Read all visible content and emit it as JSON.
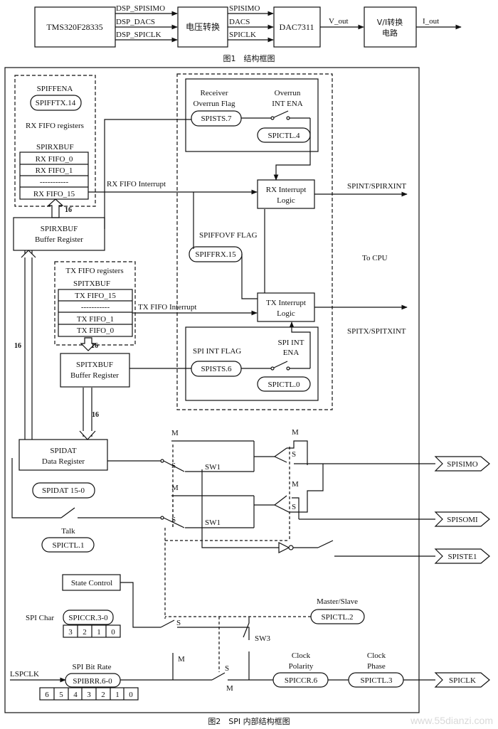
{
  "fig1": {
    "dsp": "TMS320F28335",
    "sig_in": [
      "DSP_SPISIMO",
      "DSP_DACS",
      "DSP_SPICLK"
    ],
    "level_shift": "电压转换",
    "sig_out": [
      "SPISIMO",
      "DACS",
      "SPICLK"
    ],
    "dac": "DAC7311",
    "vout": "V_out",
    "vi_line1": "V/I转换",
    "vi_line2": "电路",
    "iout": "I_out",
    "caption": "图1　结构框图"
  },
  "fifo_rx": {
    "spiffena": "SPIFFENA",
    "spifftx14": "SPIFFTX.14",
    "rx_fifo_registers": "RX FIFO registers",
    "spirxbuf": "SPIRXBUF",
    "rows": [
      "RX FIFO_0",
      "RX FIFO_1",
      "-----------",
      "RX FIFO_15"
    ],
    "bus16": "16",
    "buffer_line1": "SPIRXBUF",
    "buffer_line2": "Buffer Register",
    "rx_int_label": "RX FIFO Interrupt"
  },
  "overrun": {
    "recv_line1": "Receiver",
    "recv_line2": "Overrun Flag",
    "ov_line1": "Overrun",
    "ov_line2": "INT ENA",
    "spists7": "SPISTS.7",
    "spictl4": "SPICTL.4"
  },
  "rx_int_logic": {
    "line1": "RX Interrupt",
    "line2": "Logic"
  },
  "tx_int_logic": {
    "line1": "TX Interrupt",
    "line2": "Logic"
  },
  "spiffovf": "SPIFFOVF FLAG",
  "spiffrx15": "SPIFFRX.15",
  "cpu": {
    "spint": "SPINT/SPIRXINT",
    "to_cpu": "To CPU",
    "spitx": "SPITX/SPITXINT"
  },
  "fifo_tx": {
    "tx_fifo_registers": "TX FIFO registers",
    "spitxbuf": "SPITXBUF",
    "rows": [
      "TX FIFO_15",
      "-----------",
      "TX FIFO_1",
      "TX FIFO_0"
    ],
    "bus16": "16",
    "buffer_line1": "SPITXBUF",
    "buffer_line2": "Buffer Register",
    "tx_int_label": "TX FIFO Interrupt"
  },
  "spi_int": {
    "flag": "SPI INT FLAG",
    "ena_line1": "SPI INT",
    "ena_line2": "ENA",
    "spists6": "SPISTS.6",
    "spictl0": "SPICTL.0"
  },
  "bus16_left": "16",
  "bus16_mid": "16",
  "spidat": {
    "line1": "SPIDAT",
    "line2": "Data Register",
    "reg": "SPIDAT 15-0"
  },
  "talk": {
    "label": "Talk",
    "reg": "SPICTL.1"
  },
  "switches": {
    "m": "M",
    "s": "S",
    "sw1": "SW1",
    "sw3": "SW3"
  },
  "pins": {
    "simo": "SPISIMO",
    "somi": "SPISOMI",
    "ste": "SPISTE1",
    "clk": "SPICLK"
  },
  "state_control": "State Control",
  "master_slave": {
    "label": "Master/Slave",
    "reg": "SPICTL.2"
  },
  "spi_char": {
    "label": "SPI Char",
    "reg": "SPICCR.3-0",
    "bits": [
      "3",
      "2",
      "1",
      "0"
    ]
  },
  "bit_rate": {
    "label": "SPI Bit Rate",
    "reg": "SPIBRR.6-0",
    "bits": [
      "6",
      "5",
      "4",
      "3",
      "2",
      "1",
      "0"
    ]
  },
  "lspclk": "LSPCLK",
  "clock_polarity": {
    "line1": "Clock",
    "line2": "Polarity",
    "reg": "SPICCR.6"
  },
  "clock_phase": {
    "line1": "Clock",
    "line2": "Phase",
    "reg": "SPICTL.3"
  },
  "fig2_caption": "图2　SPI 内部结构框图",
  "watermark": "www.55dianzi.com"
}
